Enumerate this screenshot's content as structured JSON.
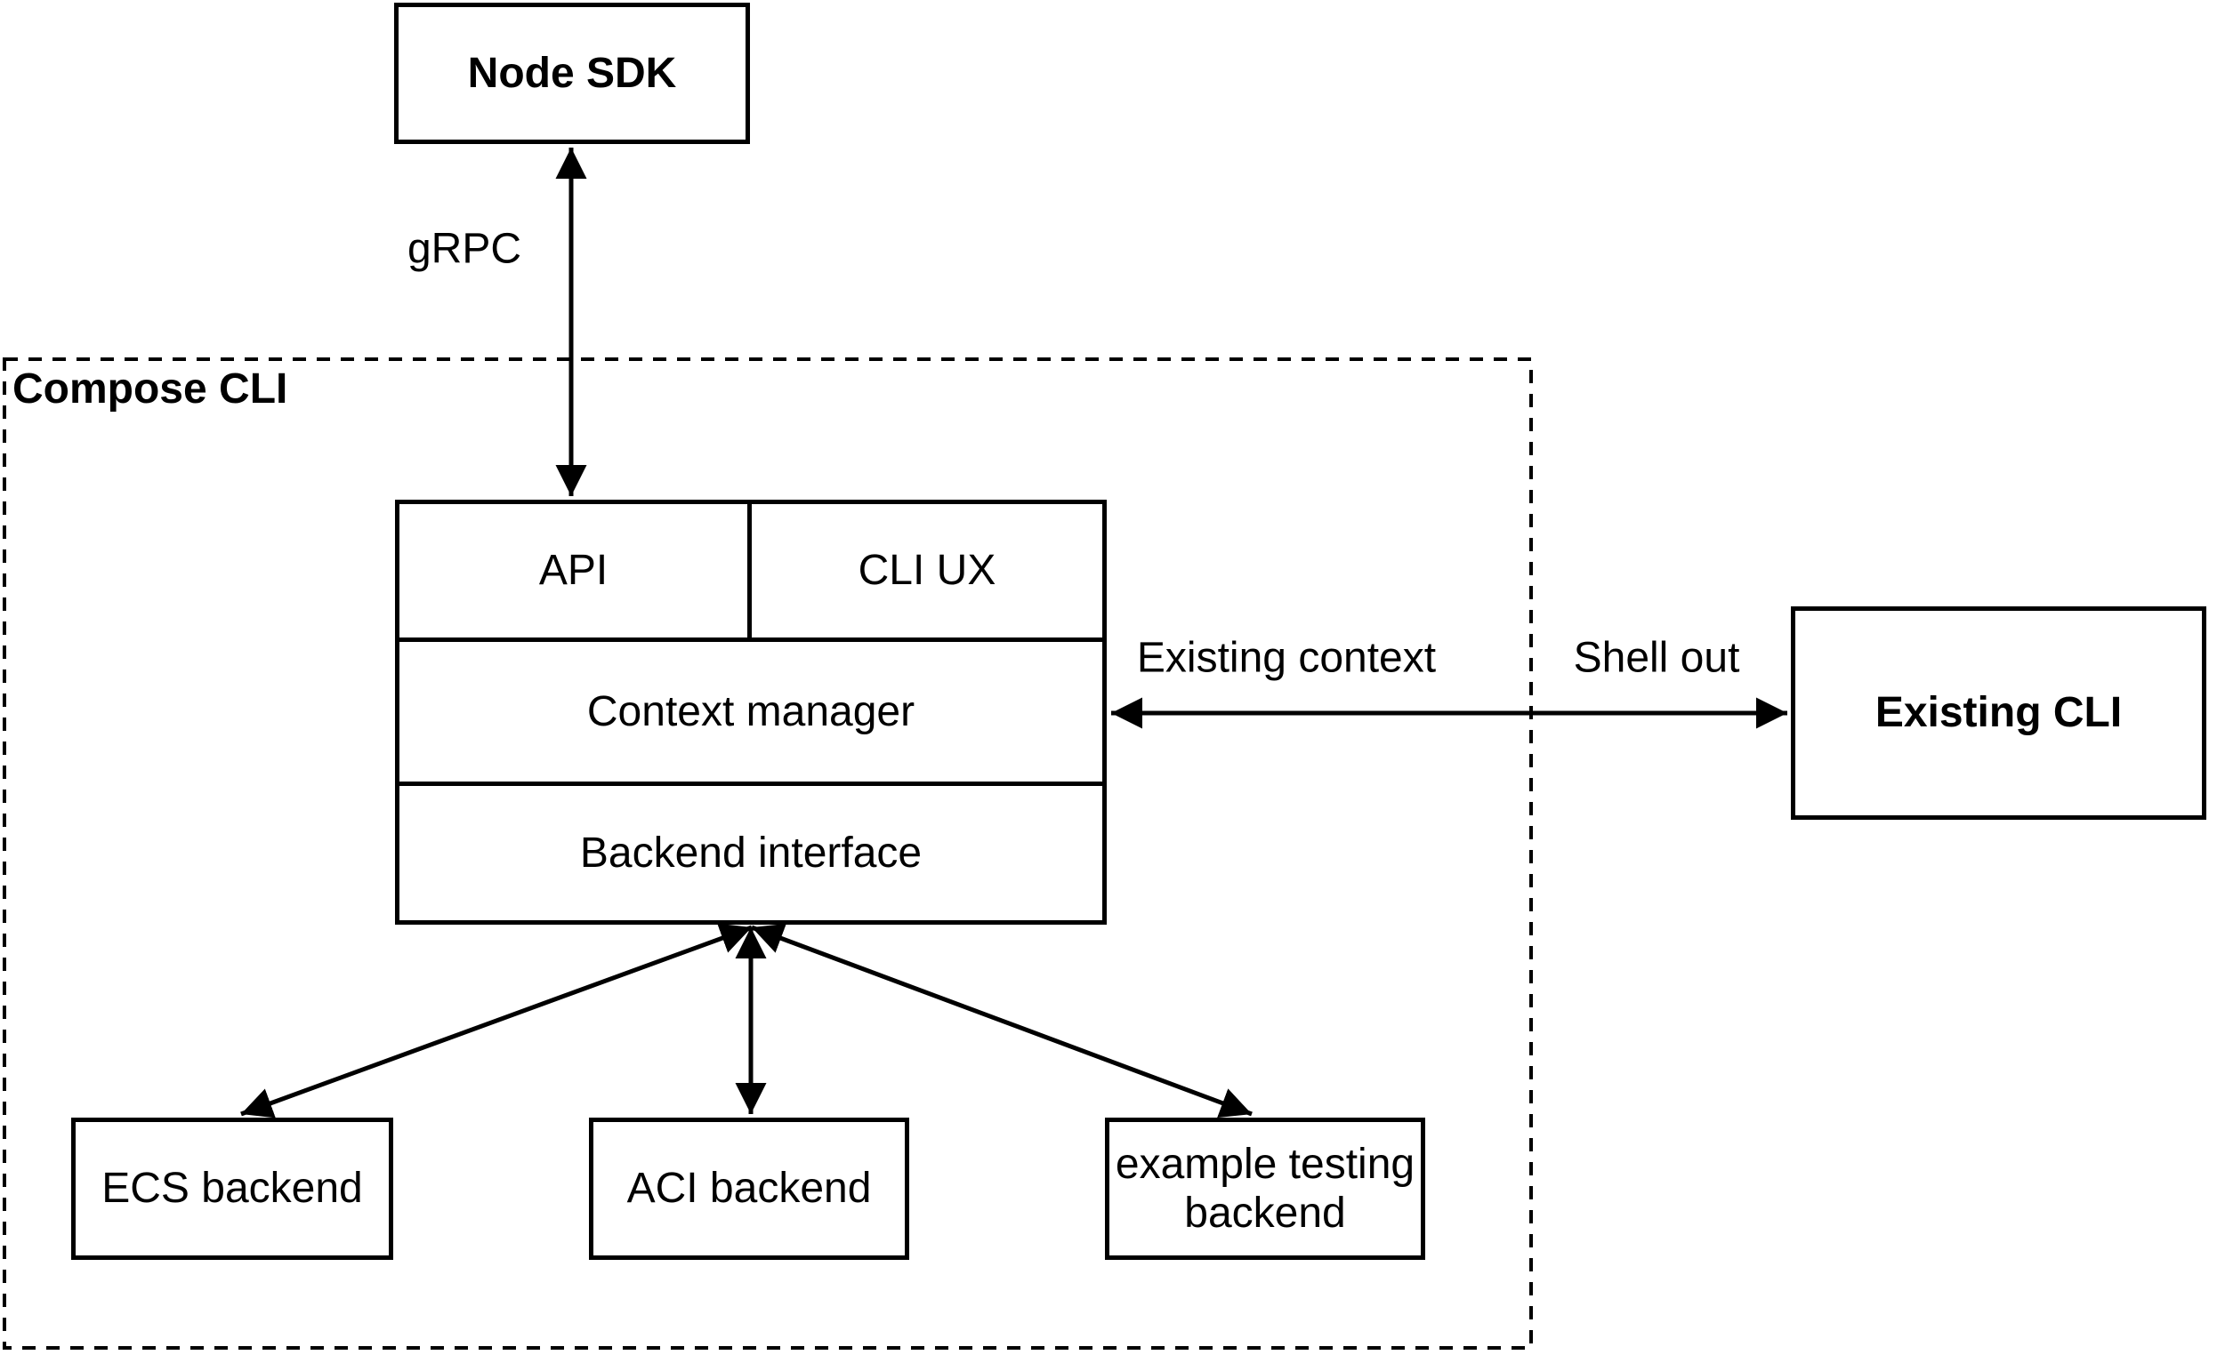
{
  "diagram": {
    "type": "architecture-diagram",
    "colors": {
      "stroke": "#000000",
      "background": "#ffffff",
      "text": "#000000"
    },
    "container": {
      "label": "Compose CLI"
    },
    "nodes": {
      "node_sdk": {
        "label": "Node SDK"
      },
      "api": {
        "label": "API"
      },
      "cli_ux": {
        "label": "CLI UX"
      },
      "context_manager": {
        "label": "Context manager"
      },
      "backend_interface": {
        "label": "Backend interface"
      },
      "existing_cli": {
        "label": "Existing CLI"
      },
      "ecs_backend": {
        "label": "ECS backend"
      },
      "aci_backend": {
        "label": "ACI backend"
      },
      "example_testing_backend": {
        "label": "example testing backend"
      }
    },
    "edge_labels": {
      "grpc": "gRPC",
      "existing_context": "Existing context",
      "shell_out": "Shell out"
    }
  }
}
